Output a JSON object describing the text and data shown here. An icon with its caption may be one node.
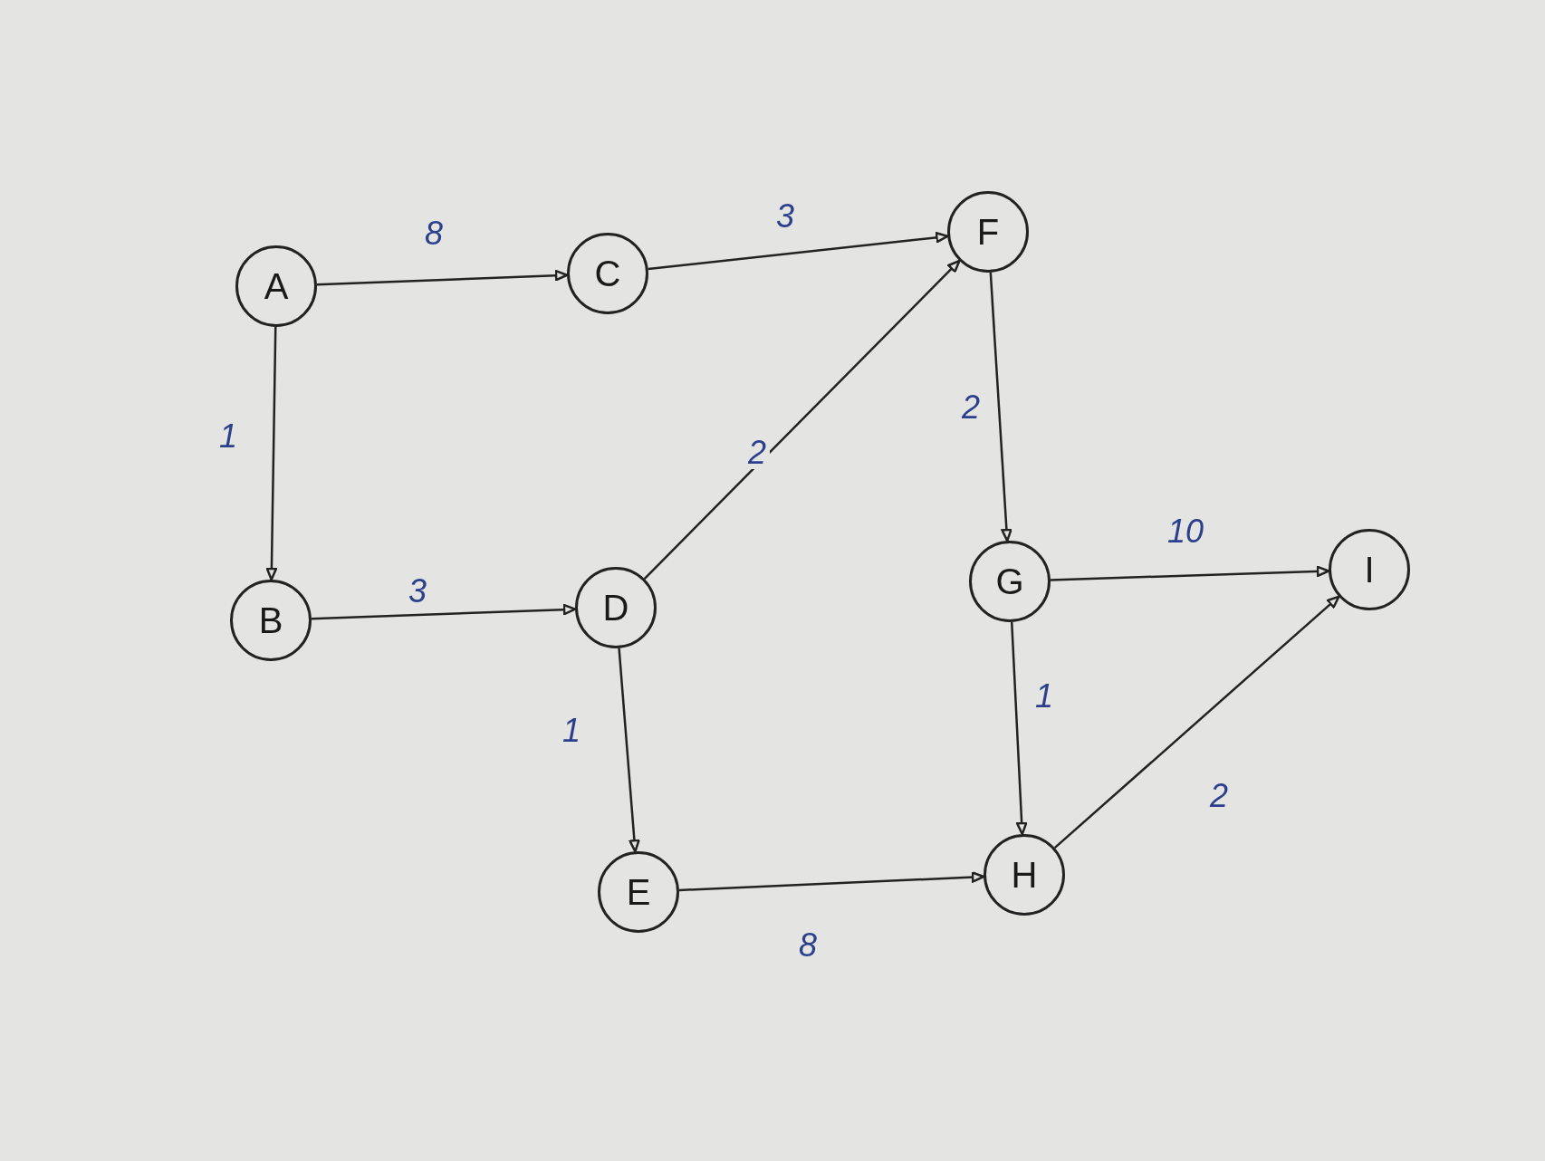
{
  "diagram": {
    "nodes": [
      {
        "text": [
          "A"
        ]
      },
      {
        "text": [
          "B"
        ]
      },
      {
        "text": [
          "C"
        ]
      },
      {
        "text": [
          "D"
        ]
      },
      {
        "text": [
          "E"
        ]
      },
      {
        "text": [
          "F"
        ]
      },
      {
        "text": [
          "G"
        ]
      },
      {
        "text": [
          "H"
        ]
      },
      {
        "text": [
          "I"
        ]
      }
    ],
    "edges": [
      {
        "from": 0,
        "to": 2,
        "arrow": "to",
        "label": "8"
      },
      {
        "from": 2,
        "to": 5,
        "arrow": "to",
        "label": "3"
      },
      {
        "from": 0,
        "to": 1,
        "arrow": "to",
        "label": "1"
      },
      {
        "from": 1,
        "to": 3,
        "arrow": "to",
        "label": "3"
      },
      {
        "from": 3,
        "to": 5,
        "arrow": "to",
        "label": "2"
      },
      {
        "from": 5,
        "to": 6,
        "arrow": "to",
        "label": "2"
      },
      {
        "from": 3,
        "to": 4,
        "arrow": "to",
        "label": "1"
      },
      {
        "from": 4,
        "to": 7,
        "arrow": "to",
        "label": "8"
      },
      {
        "from": 6,
        "to": 8,
        "arrow": "to",
        "label": "10"
      },
      {
        "from": 6,
        "to": 7,
        "arrow": "to",
        "label": "1"
      },
      {
        "from": 7,
        "to": 8,
        "arrow": "to",
        "label": "2"
      }
    ]
  }
}
